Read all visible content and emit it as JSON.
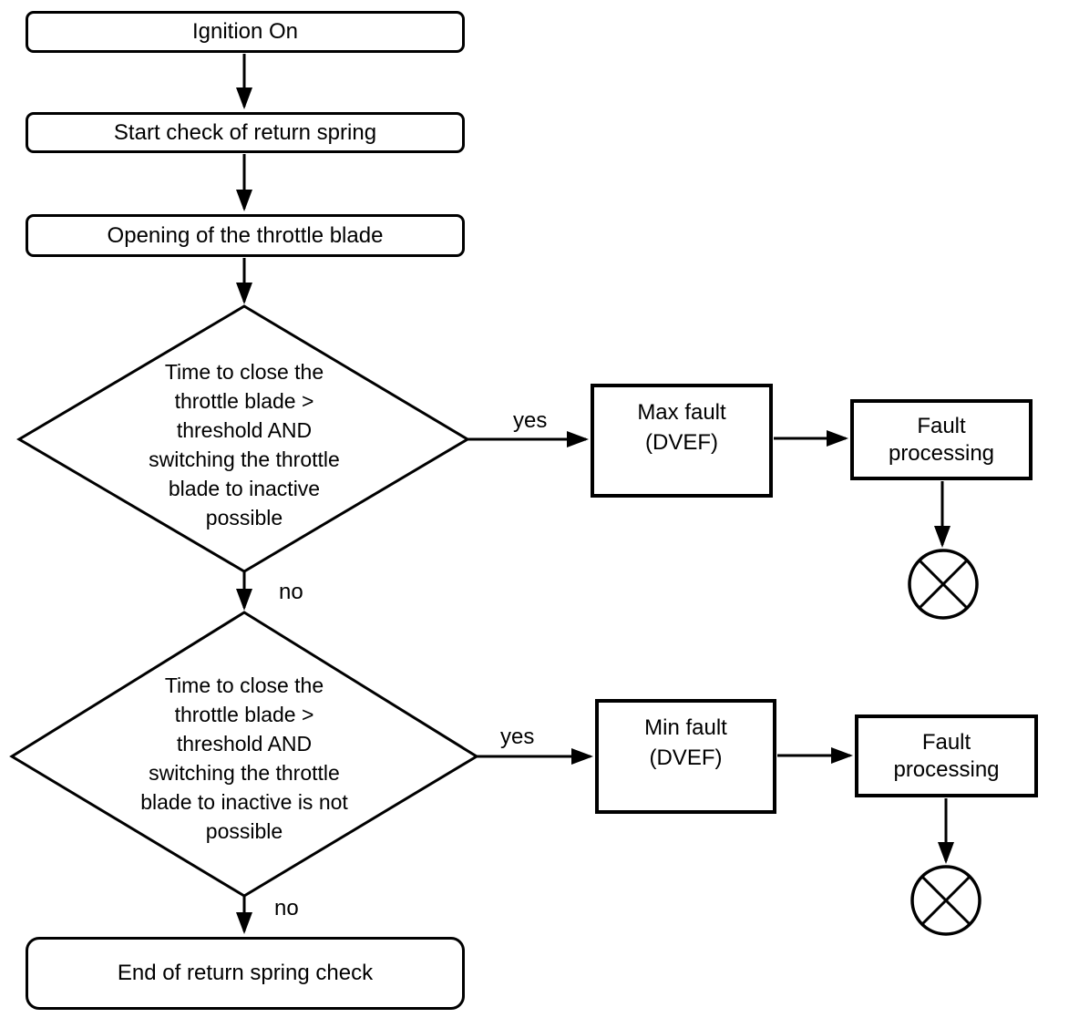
{
  "flowchart": {
    "nodes": {
      "ignition": {
        "type": "process",
        "label": "Ignition On"
      },
      "start_check": {
        "type": "process",
        "label": "Start check of return spring"
      },
      "open_blade": {
        "type": "process",
        "label": "Opening of the throttle blade"
      },
      "decision_inactive_possible": {
        "type": "decision",
        "label": "Time to close the\nthrottle blade >\nthreshold AND\nswitching the throttle\nblade to inactive\npossible"
      },
      "max_fault": {
        "type": "process",
        "label": "Max fault\n(DVEF)"
      },
      "fault_processing_1": {
        "type": "process",
        "label": "Fault\nprocessing"
      },
      "decision_inactive_not_possible": {
        "type": "decision",
        "label": "Time to close the\nthrottle blade >\nthreshold AND\nswitching the throttle\nblade to inactive is not\npossible"
      },
      "min_fault": {
        "type": "process",
        "label": "Min fault\n(DVEF)"
      },
      "fault_processing_2": {
        "type": "process",
        "label": "Fault\nprocessing"
      },
      "end": {
        "type": "terminal",
        "label": "End of return spring check"
      }
    },
    "edge_labels": {
      "decision1_yes": "yes",
      "decision1_no": "no",
      "decision2_yes": "yes",
      "decision2_no": "no"
    },
    "colors": {
      "line": "#000000",
      "background": "#ffffff",
      "node_fill": "#ffffff"
    }
  }
}
